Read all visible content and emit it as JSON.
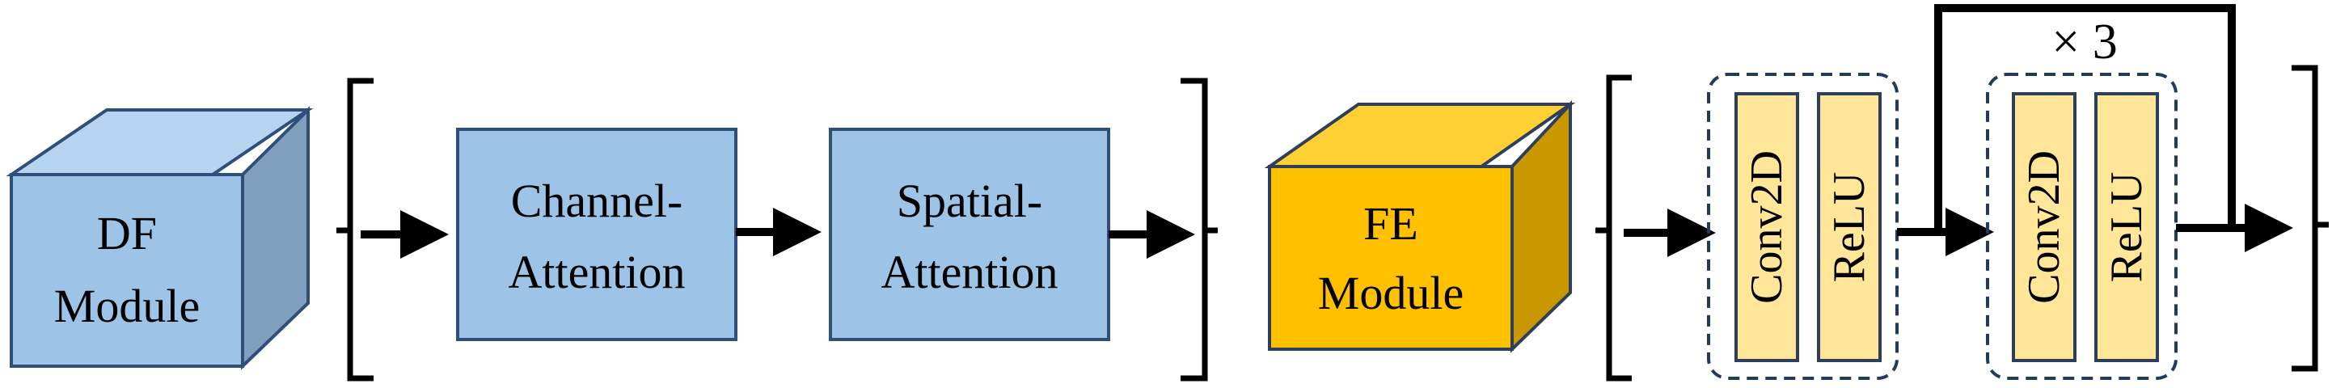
{
  "colors": {
    "df_front": "#9dc3e6",
    "df_top": "#b6d4ef",
    "df_side": "#7f9fbd",
    "df_stroke": "#2e4f7a",
    "attention_fill": "#9dc3e6",
    "attention_stroke": "#2e4f7a",
    "fe_front": "#ffc000",
    "fe_top": "#ffd034",
    "fe_side": "#c99700",
    "fe_stroke": "#2e3f5c",
    "layer_fill": "#ffe699",
    "layer_stroke": "#2e3f5c",
    "group_border": "#243a5a",
    "line": "#000000"
  },
  "df_module": {
    "line1": "DF",
    "line2": "Module",
    "icon": "cube-icon"
  },
  "channel_attention": {
    "line1": "Channel-",
    "line2": "Attention"
  },
  "spatial_attention": {
    "line1": "Spatial-",
    "line2": "Attention"
  },
  "fe_module": {
    "line1": "FE",
    "line2": "Module",
    "icon": "cube-icon"
  },
  "block1": {
    "conv_label": "Conv2D",
    "relu_label": "ReLU"
  },
  "block2": {
    "conv_label": "Conv2D",
    "relu_label": "ReLU"
  },
  "repeat_label": "× 3"
}
